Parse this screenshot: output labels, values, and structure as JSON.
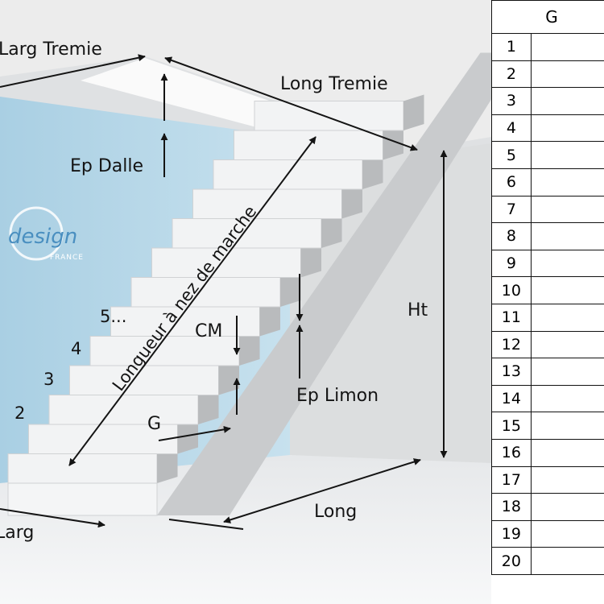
{
  "labels": {
    "larg_tremie": "Larg Tremie",
    "long_tremie": "Long Tremie",
    "ep_dalle": "Ep Dalle",
    "longueur_nez": "Longueur à nez de marche",
    "ht": "Ht",
    "cm": "CM",
    "ep_limon": "Ep Limon",
    "g": "G",
    "long": "Long",
    "larg": "Larg"
  },
  "step_numbers": [
    "2",
    "3",
    "4",
    "5..."
  ],
  "logo": {
    "word": "design",
    "sub": "FRANCE"
  },
  "table": {
    "header": "G",
    "rows": [
      "1",
      "2",
      "3",
      "4",
      "5",
      "6",
      "7",
      "8",
      "9",
      "10",
      "11",
      "12",
      "13",
      "14",
      "15",
      "16",
      "17",
      "18",
      "19",
      "20"
    ]
  },
  "colors": {
    "wall": "#bcd9e8",
    "stair": "#e9ebec",
    "ink": "#141414"
  }
}
